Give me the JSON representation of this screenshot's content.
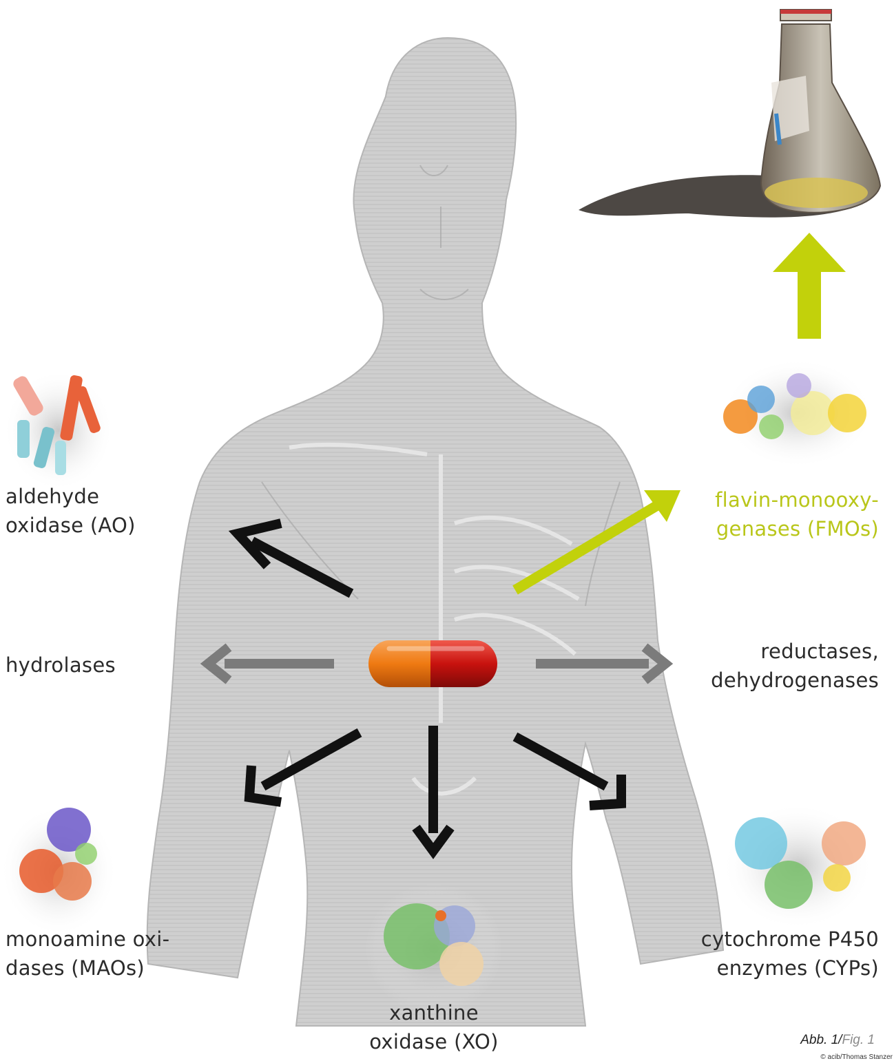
{
  "labels": {
    "aldehyde_oxidase": [
      "aldehyde",
      "oxidase (AO)"
    ],
    "hydrolases": [
      "hydrolases"
    ],
    "monoamine_oxidases": [
      "monoamine oxi-",
      "dases (MAOs)"
    ],
    "xanthine_oxidase": [
      "xanthine",
      "oxidase (XO)"
    ],
    "cytochrome_p450": [
      "cytochrome P450",
      "enzymes (CYPs)"
    ],
    "reductases": [
      "reductases,",
      "dehydrogenases"
    ],
    "fmos": [
      "flavin-monooxy-",
      "genases (FMOs)"
    ]
  },
  "caption": {
    "abb": "Abb. 1/",
    "fig": "Fig. 1"
  },
  "credit": "© acib/Thomas Stanzer",
  "colors": {
    "black_arrow": "#111111",
    "grey_arrow": "#7b7b7b",
    "green_arrow": "#c2d10b",
    "fmo_text": "#b9c61a",
    "body": "#c9c9c9",
    "pill_red": "#c8120e",
    "pill_orange": "#ef7a12"
  }
}
